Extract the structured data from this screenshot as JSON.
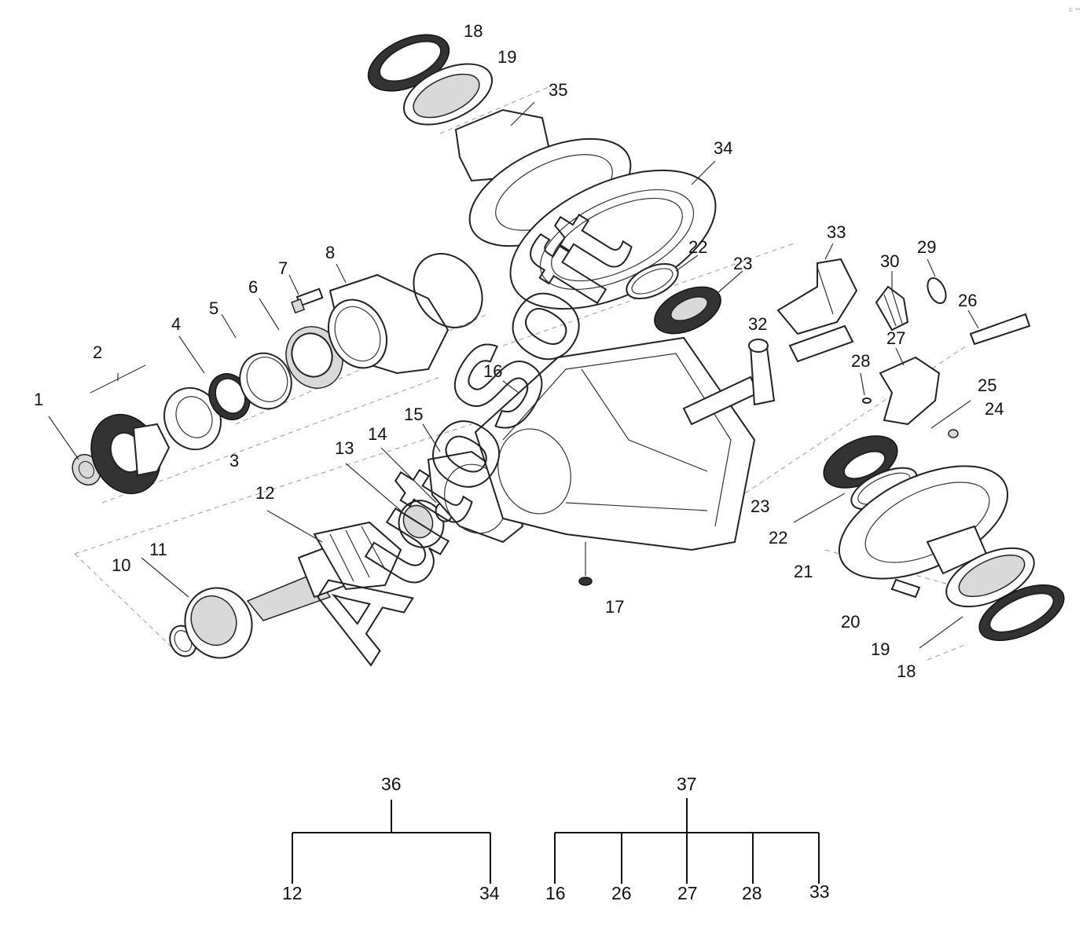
{
  "diagram": {
    "parts": [
      {
        "id": "p1",
        "label": "1"
      },
      {
        "id": "p2",
        "label": "2"
      },
      {
        "id": "p3",
        "label": "3"
      },
      {
        "id": "p4",
        "label": "4"
      },
      {
        "id": "p5",
        "label": "5"
      },
      {
        "id": "p6",
        "label": "6"
      },
      {
        "id": "p7",
        "label": "7"
      },
      {
        "id": "p8",
        "label": "8"
      },
      {
        "id": "p10",
        "label": "10"
      },
      {
        "id": "p11",
        "label": "11"
      },
      {
        "id": "p12",
        "label": "12"
      },
      {
        "id": "p13",
        "label": "13"
      },
      {
        "id": "p14",
        "label": "14"
      },
      {
        "id": "p15",
        "label": "15"
      },
      {
        "id": "p16",
        "label": "16"
      },
      {
        "id": "p17",
        "label": "17"
      },
      {
        "id": "p18a",
        "label": "18"
      },
      {
        "id": "p19a",
        "label": "19"
      },
      {
        "id": "p35",
        "label": "35"
      },
      {
        "id": "p34",
        "label": "34"
      },
      {
        "id": "p22a",
        "label": "22"
      },
      {
        "id": "p23a",
        "label": "23"
      },
      {
        "id": "p32",
        "label": "32"
      },
      {
        "id": "p33",
        "label": "33"
      },
      {
        "id": "p30",
        "label": "30"
      },
      {
        "id": "p29",
        "label": "29"
      },
      {
        "id": "p26",
        "label": "26"
      },
      {
        "id": "p27",
        "label": "27"
      },
      {
        "id": "p28",
        "label": "28"
      },
      {
        "id": "p25",
        "label": "25"
      },
      {
        "id": "p24",
        "label": "24"
      },
      {
        "id": "p23b",
        "label": "23"
      },
      {
        "id": "p22b",
        "label": "22"
      },
      {
        "id": "p21",
        "label": "21"
      },
      {
        "id": "p20",
        "label": "20"
      },
      {
        "id": "p19b",
        "label": "19"
      },
      {
        "id": "p18b",
        "label": "18"
      }
    ],
    "assemblies": [
      {
        "id": "a36",
        "label": "36",
        "children": [
          "12",
          "34"
        ]
      },
      {
        "id": "a37",
        "label": "37",
        "children": [
          "16",
          "26",
          "27",
          "28",
          "33"
        ]
      }
    ],
    "watermark": "AutoSoft",
    "corner_mark": "© ™"
  }
}
